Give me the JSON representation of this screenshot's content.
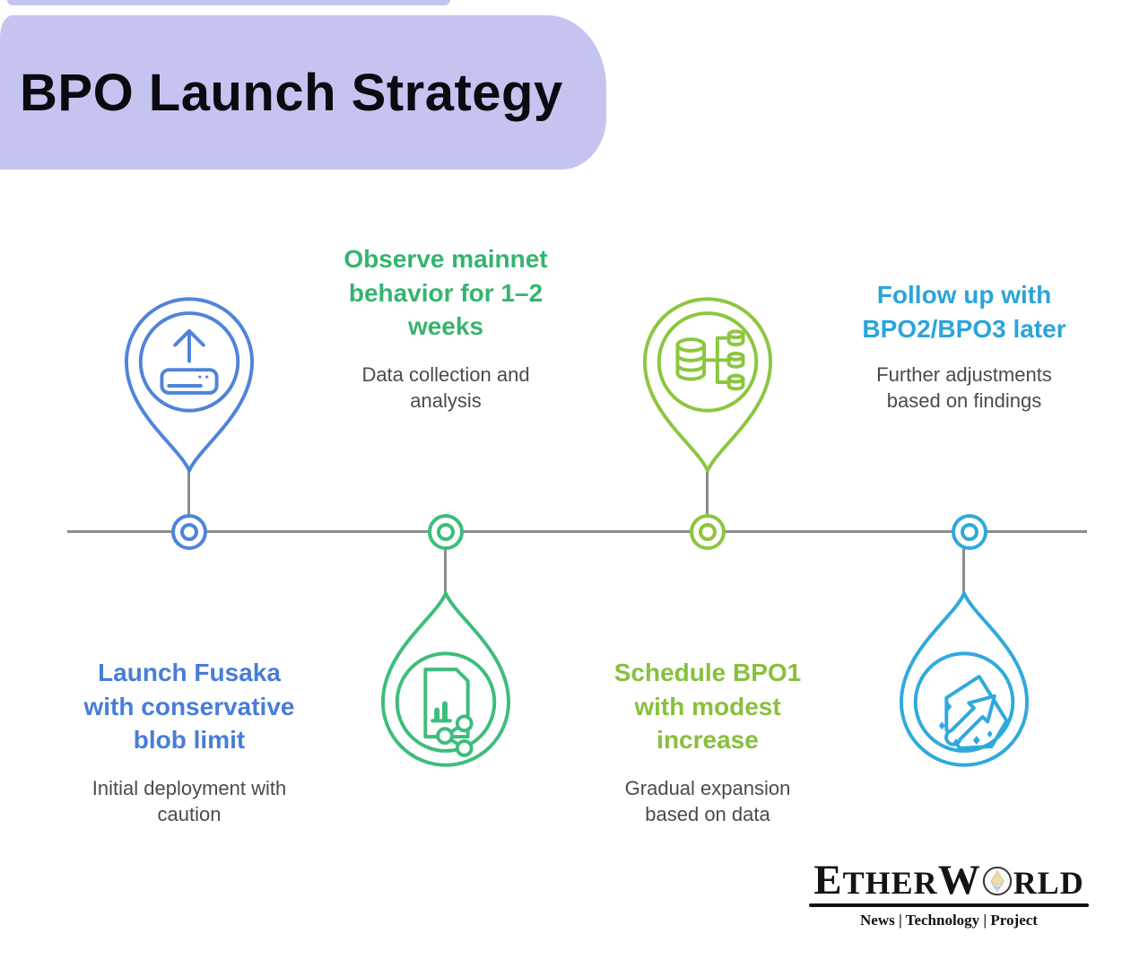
{
  "title": "BPO Launch Strategy",
  "colors": {
    "banner_background": "#c5c4f1",
    "title_text": "#0a0a10",
    "timeline_line": "#8c8c8c",
    "description_text": "#4b4b4b",
    "blue": "#477dd7",
    "green": "#35b46e",
    "olive": "#8cc63f",
    "cyan": "#2ba4da"
  },
  "milestones": [
    {
      "heading": "Launch Fusaka with conservative blob limit",
      "description": "Initial deployment with caution",
      "icon": "upload-server-icon",
      "heading_color": "#477dd7",
      "pin_color": "#5084da",
      "pin_direction": "down",
      "text_position": "below-timeline"
    },
    {
      "heading": "Observe mainnet behavior for 1–2 weeks",
      "description": "Data collection and analysis",
      "icon": "document-chart-share-icon",
      "heading_color": "#35b46e",
      "pin_color": "#3dbd7c",
      "pin_direction": "up",
      "text_position": "above-timeline"
    },
    {
      "heading": "Schedule BPO1 with modest increase",
      "description": "Gradual expansion based on data",
      "icon": "database-distribution-icon",
      "heading_color": "#87c03c",
      "pin_color": "#8cc63f",
      "pin_direction": "down",
      "text_position": "below-timeline"
    },
    {
      "heading": "Follow up with BPO2/BPO3 later",
      "description": "Further adjustments based on findings",
      "icon": "arrow-export-icon",
      "heading_color": "#2ba4da",
      "pin_color": "#2fa9dc",
      "pin_direction": "up",
      "text_position": "above-timeline"
    }
  ],
  "footer_logo": {
    "brand": "EtherWorld",
    "part_e": "E",
    "part_ther": "THER",
    "part_w": "W",
    "part_rld": "RLD",
    "globe_icon": "ethereum-globe-icon",
    "tagline": "News | Technology | Project"
  }
}
